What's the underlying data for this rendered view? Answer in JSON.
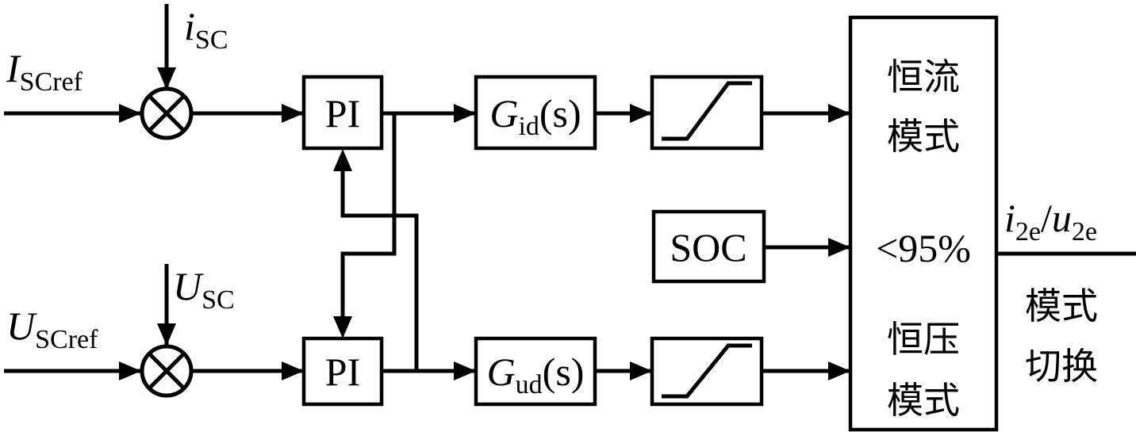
{
  "inputs": {
    "i_ref": {
      "main": "I",
      "sub": "SCref"
    },
    "i_fb": {
      "main": "i",
      "sub": "SC"
    },
    "u_ref": {
      "main": "U",
      "sub": "SCref"
    },
    "u_fb": {
      "main": "U",
      "sub": "SC"
    }
  },
  "blocks": {
    "pi_top": "PI",
    "pi_bottom": "PI",
    "g_id": {
      "main": "G",
      "sub": "id",
      "arg": "(s)"
    },
    "g_ud": {
      "main": "G",
      "sub": "ud",
      "arg": "(s)"
    },
    "soc": "SOC"
  },
  "mode_box": {
    "cc_line1": "恒流",
    "cc_line2": "模式",
    "threshold": "<95%",
    "cv_line1": "恒压",
    "cv_line2": "模式"
  },
  "output": {
    "i_main": "i",
    "i_sub": "2e",
    "slash": "/",
    "u_main": "u",
    "u_sub": "2e"
  },
  "mode_switch": {
    "line1": "模式",
    "line2": "切换"
  }
}
